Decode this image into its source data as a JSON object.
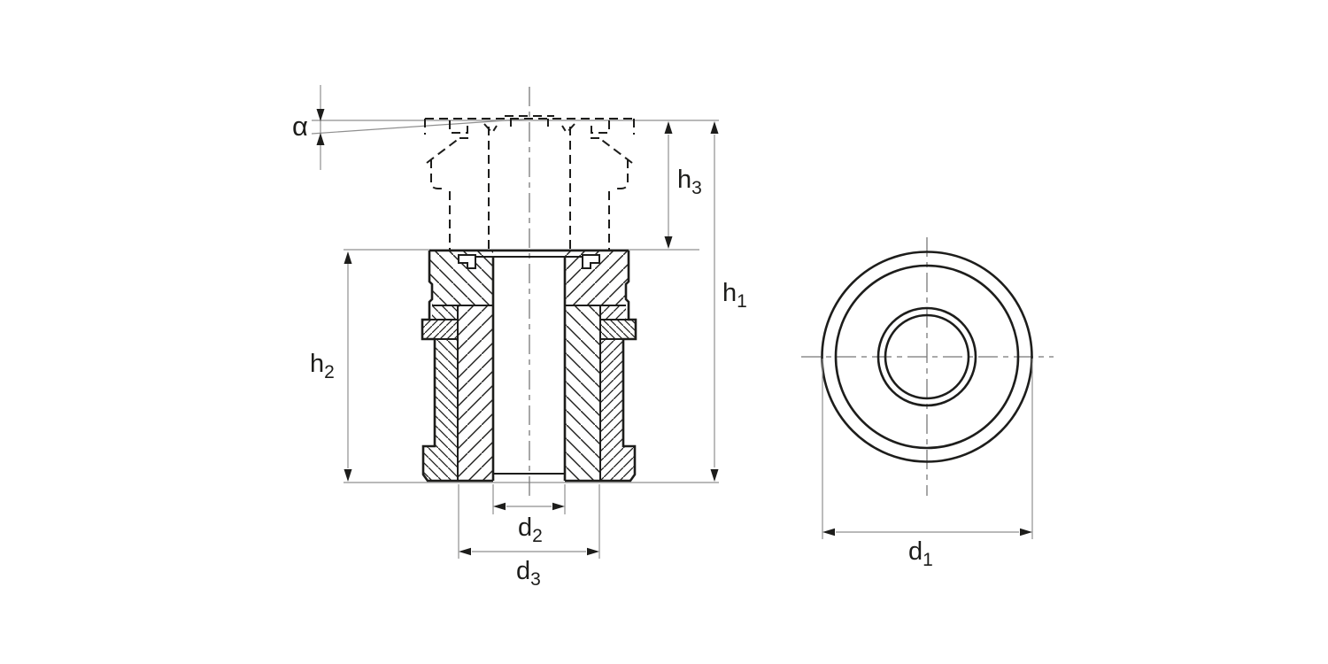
{
  "labels": {
    "alpha": "α",
    "h1": {
      "base": "h",
      "sub": "1"
    },
    "h2": {
      "base": "h",
      "sub": "2"
    },
    "h3": {
      "base": "h",
      "sub": "3"
    },
    "d1": {
      "base": "d",
      "sub": "1"
    },
    "d2": {
      "base": "d",
      "sub": "2"
    },
    "d3": {
      "base": "d",
      "sub": "3"
    }
  },
  "colors": {
    "background": "#ffffff",
    "edge": "#1d1d1b",
    "thin_line": "#8f8f8f",
    "text": "#1d1d1b"
  }
}
